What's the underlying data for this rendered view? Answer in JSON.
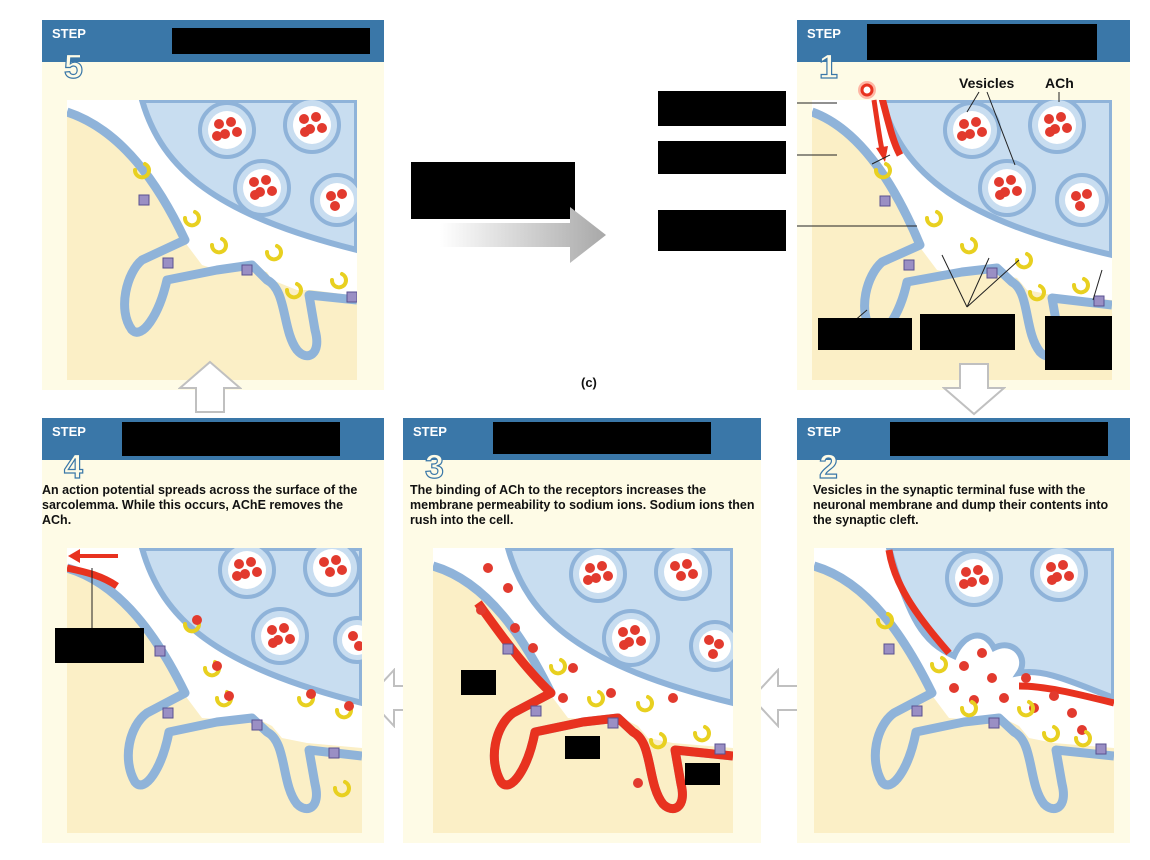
{
  "figure_label": "(c)",
  "steps": {
    "s1": {
      "step_word": "STEP",
      "number": "1"
    },
    "s2": {
      "step_word": "STEP",
      "number": "2",
      "description": "Vesicles in the synaptic terminal fuse with the neuronal membrane and dump their contents into the synaptic cleft."
    },
    "s3": {
      "step_word": "STEP",
      "number": "3",
      "description": "The binding of ACh to the receptors increases the membrane permeability to sodium ions. Sodium ions then rush into the cell."
    },
    "s4": {
      "step_word": "STEP",
      "number": "4",
      "description": "An action potential spreads across the surface of the sarcolemma. While this occurs, AChE removes the ACh."
    },
    "s5": {
      "step_word": "STEP",
      "number": "5"
    }
  },
  "step1_labels": {
    "vesicles": "Vesicles",
    "ach": "ACh"
  },
  "colors": {
    "header_blue": "#3a77a8",
    "panel_bg": "#fefbe6",
    "membrane_blue": "#8fb3d9",
    "terminal_fill": "#cfe0f0",
    "ach_red": "#e23a2e",
    "receptor_purple": "#9a8fc4",
    "enzyme_yellow": "#f2df33",
    "action_potential_red": "#e8321f"
  }
}
